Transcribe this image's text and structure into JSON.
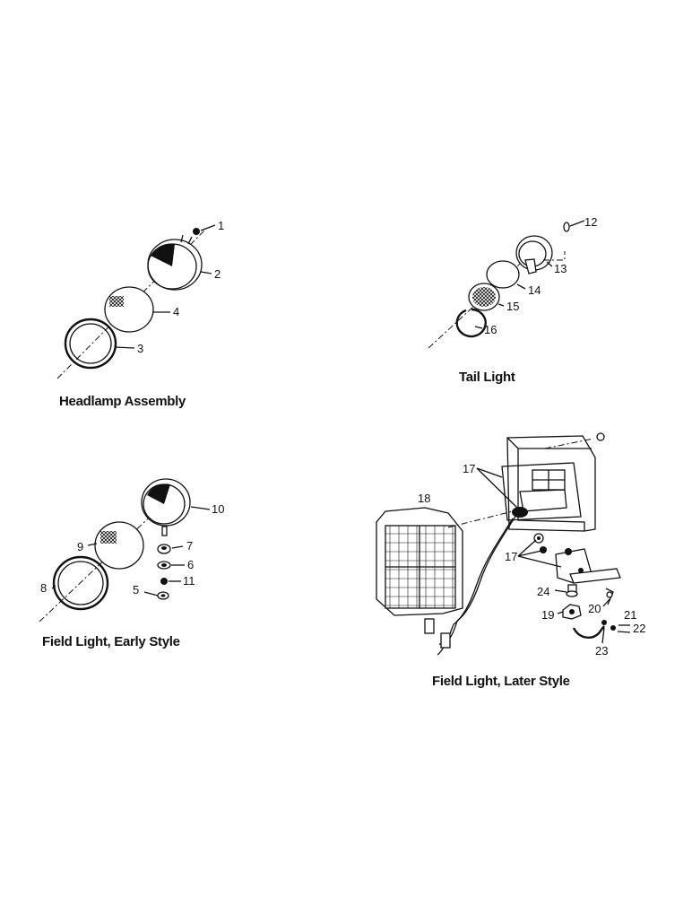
{
  "captions": {
    "headlamp": "Headlamp Assembly",
    "tail": "Tail Light",
    "field_early": "Field Light, Early Style",
    "field_later": "Field Light, Later Style"
  },
  "callouts": {
    "c1": "1",
    "c2": "2",
    "c3": "3",
    "c4": "4",
    "c5": "5",
    "c6": "6",
    "c7": "7",
    "c8": "8",
    "c9": "9",
    "c10": "10",
    "c11": "11",
    "c12": "12",
    "c13": "13",
    "c14": "14",
    "c15": "15",
    "c16": "16",
    "c17a": "17",
    "c17b": "17",
    "c18": "18",
    "c19": "19",
    "c20": "20",
    "c21": "21",
    "c22": "22",
    "c23": "23",
    "c24": "24"
  }
}
